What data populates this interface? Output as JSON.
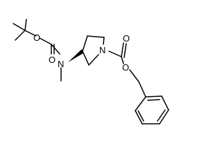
{
  "molecule": {
    "atoms": {
      "o_carbamate_top": "O",
      "o_carbamate_ester": "O",
      "n_methylamino": "N",
      "n_pyrrolidine": "N",
      "o_cbz_carbonyl": "O",
      "o_cbz_ester": "O"
    },
    "stereo_center": "wedge-bond",
    "colors": {
      "bond": "#000000",
      "background": "#ffffff"
    }
  }
}
